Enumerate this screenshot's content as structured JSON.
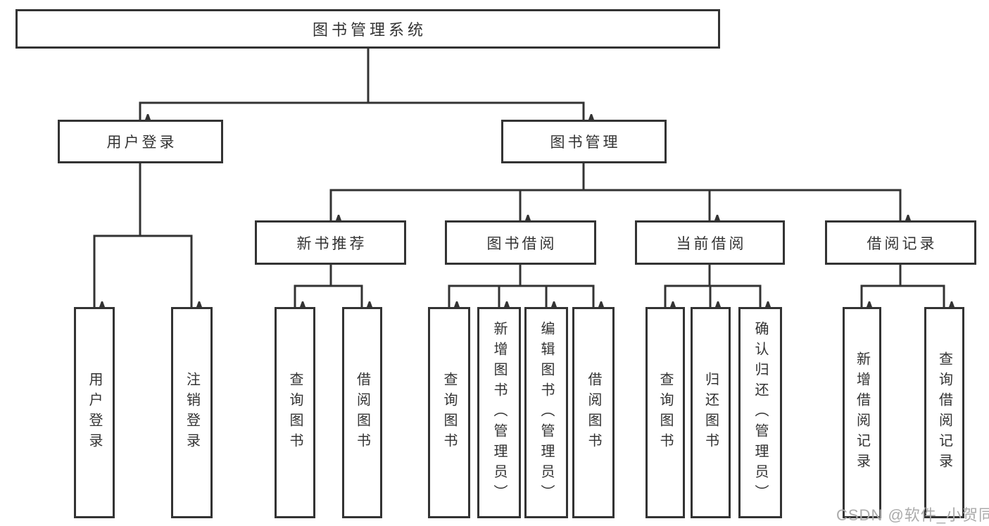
{
  "diagram": {
    "root": {
      "label": "图书管理系统"
    },
    "level1": [
      {
        "label": "用户登录"
      },
      {
        "label": "图书管理"
      }
    ],
    "level2": [
      {
        "label": "新书推荐"
      },
      {
        "label": "图书借阅"
      },
      {
        "label": "当前借阅"
      },
      {
        "label": "借阅记录"
      }
    ],
    "leaves": [
      {
        "label": "用户登录"
      },
      {
        "label": "注销登录"
      },
      {
        "label": "查询图书"
      },
      {
        "label": "借阅图书"
      },
      {
        "label": "查询图书"
      },
      {
        "label": "新增图书（管理员）"
      },
      {
        "label": "编辑图书（管理员）"
      },
      {
        "label": "借阅图书"
      },
      {
        "label": "查询图书"
      },
      {
        "label": "归还图书"
      },
      {
        "label": "确认归还（管理员）"
      },
      {
        "label": "新增借阅记录"
      },
      {
        "label": "查询借阅记录"
      }
    ],
    "watermark": "CSDN @软件_小贺同学",
    "colors": {
      "line": "#333333",
      "text": "#333333",
      "watermark": "#ababab",
      "background": "#ffffff"
    }
  }
}
